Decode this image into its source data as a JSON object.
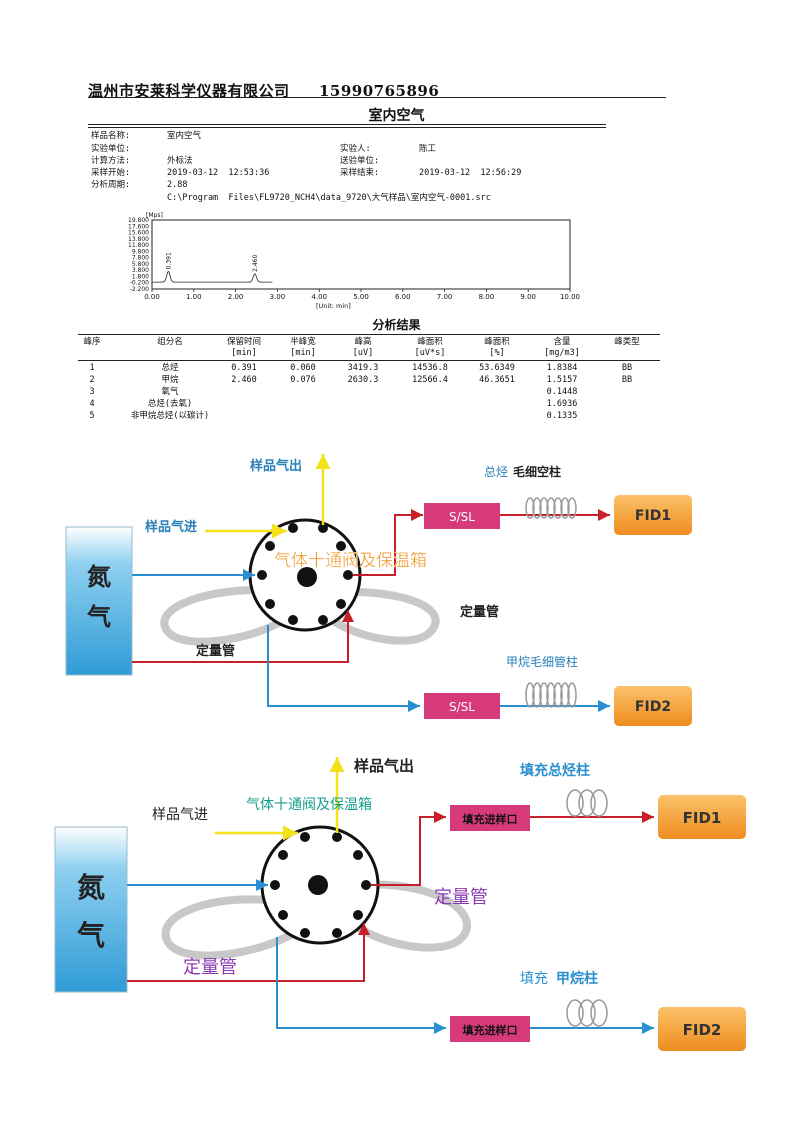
{
  "header": {
    "company": "温州市安莱科学仪器有限公司",
    "phone": "15990765896"
  },
  "report_title": "室内空气",
  "info": {
    "sample_name_label": "样品名称:",
    "sample_name": "室内空气",
    "unit_label": "实验单位:",
    "unit": "",
    "tester_label": "实验人:",
    "tester": "陈工",
    "calc_label": "计算方法:",
    "calc": "外标法",
    "sender_label": "送验单位:",
    "sender": "",
    "start_label": "采样开始:",
    "start": "2019-03-12  12:53:36",
    "end_label": "采样结束:",
    "end": "2019-03-12  12:56:29",
    "period_label": "分析周期:",
    "period": "2.88",
    "file_path": "C:\\Program  Files\\FL9720_NCH4\\data_9720\\大气样品\\室内空气-0001.src"
  },
  "chart_data": {
    "type": "line",
    "ylabel": "[Mps]",
    "xlabel": "[Unit: min]",
    "xlim": [
      0,
      10
    ],
    "ylim": [
      -2.2,
      19.8
    ],
    "x_ticks": [
      "0.00",
      "1.00",
      "2.00",
      "3.00",
      "4.00",
      "5.00",
      "6.00",
      "7.00",
      "8.00",
      "9.00",
      "10.00"
    ],
    "y_ticks": [
      "19.800",
      "17.600",
      "15.600",
      "13.800",
      "11.800",
      "9.800",
      "7.800",
      "5.800",
      "3.800",
      "1.800",
      "-0.200",
      "-2.200"
    ],
    "peaks": [
      {
        "rt": 0.391,
        "height": 3.42,
        "label": "0.391"
      },
      {
        "rt": 2.46,
        "height": 2.63,
        "label": "2.460"
      }
    ]
  },
  "results": {
    "title": "分析结果",
    "headers": [
      "峰序",
      "组分名",
      "保留时间",
      "半峰宽",
      "峰高",
      "峰面积",
      "峰面积",
      "含量",
      "峰类型"
    ],
    "units": [
      "",
      "",
      "[min]",
      "[min]",
      "[uV]",
      "[uV*s]",
      "[%]",
      "[mg/m3]",
      ""
    ],
    "rows": [
      [
        "1",
        "总烃",
        "0.391",
        "0.060",
        "3419.3",
        "14536.8",
        "53.6349",
        "1.8384",
        "BB"
      ],
      [
        "2",
        "甲烷",
        "2.460",
        "0.076",
        "2630.3",
        "12566.4",
        "46.3651",
        "1.5157",
        "BB"
      ],
      [
        "3",
        "氧气",
        "",
        "",
        "",
        "",
        "",
        "0.1448",
        ""
      ],
      [
        "4",
        "总烃(去氧)",
        "",
        "",
        "",
        "",
        "",
        "1.6936",
        ""
      ],
      [
        "5",
        "非甲烷总烃(以碳计)",
        "",
        "",
        "",
        "",
        "",
        "0.1335",
        ""
      ]
    ]
  },
  "diagram1": {
    "nitrogen": [
      "氮",
      "气"
    ],
    "sample_out": "样品气出",
    "sample_in": "样品气进",
    "valve": "气体十通阀及保温箱",
    "loop_right": "定量管",
    "loop_left": "定量管",
    "col1_prefix": "总烃",
    "col1_name": "毛细空柱",
    "col2": "甲烷毛细管柱",
    "inlet1": "S/SL",
    "inlet2": "S/SL",
    "det1": "FID1",
    "det2": "FID2"
  },
  "diagram2": {
    "nitrogen": [
      "氮",
      "气"
    ],
    "sample_out": "样品气出",
    "sample_in": "样品气进",
    "valve": "气体十通阀及保温箱",
    "loop_right": "定量管",
    "loop_left": "定量管",
    "col1_prefix": "填充",
    "col1_name": "总烃柱",
    "col2_prefix": "填充",
    "col2_name": "甲烷柱",
    "inlet1": "填充进样口",
    "inlet2": "填充进样口",
    "det1": "FID1",
    "det2": "FID2"
  },
  "colors": {
    "blue": "#2a8fd0",
    "red": "#c8202a",
    "yellow": "#f3e21a",
    "inlet": "#d63a7a",
    "fid": "#f29a2e",
    "nitrogen": "#3aa6dc",
    "purple": "#8a3ab0",
    "teal": "#16a08c"
  }
}
